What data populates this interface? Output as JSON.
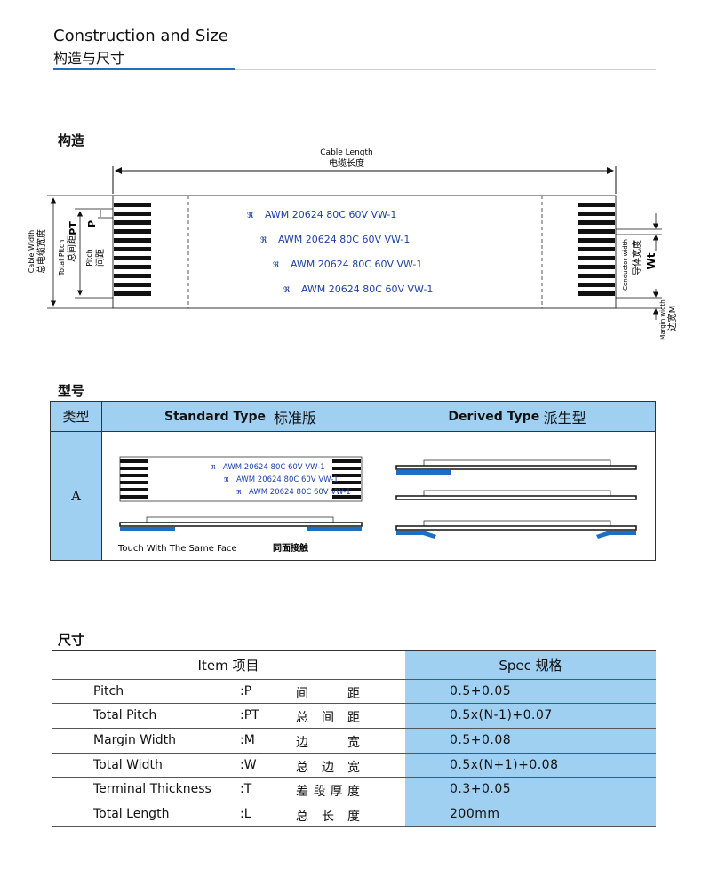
{
  "header": {
    "title_en": "Construction and Size",
    "title_cn": "构造与尺寸"
  },
  "construction": {
    "section_label": "构造",
    "cable_length_en": "Cable Length",
    "cable_length_cn": "电缆长度",
    "cable_width_en": "Cable Width",
    "cable_width_cn": "总电缆宽度",
    "total_pitch_en": "Total Pitch",
    "total_pitch_cn": "总间距",
    "pt": "PT",
    "p": "P",
    "pitch_en": "Pitch",
    "pitch_cn": "间距",
    "conductor_width_en": "Conductor width",
    "conductor_width_cn": "导体宽度",
    "wt": "Wt",
    "margin_width_en": "Margin width",
    "margin_width_cn": "边宽M",
    "print_lines": [
      "AWM   20624   80C   60V   VW-1",
      "AWM   20624   80C   60V   VW-1",
      "AWM   20624   80C   60V   VW-1",
      "AWM   20624   80C   60V   VW-1"
    ]
  },
  "model": {
    "section_label": "型号",
    "col_type": "类型",
    "standard_en": "Standard Type",
    "standard_cn": "标准版",
    "derived_en": "Derived Type",
    "derived_cn": "派生型",
    "row_label": "A",
    "mini_print_lines": [
      "AWM   20624   80C   60V   VW-1",
      "AWM   20624   80C   60V   VW-1",
      "AWM   20624   80C   60V   VW-1"
    ],
    "caption_en": "Touch With The Same Face",
    "caption_cn": "同面接触"
  },
  "size": {
    "section_label": "尺寸",
    "header_item": "Item 项目",
    "header_spec": "Spec 规格",
    "rows": [
      {
        "item": "Pitch",
        "code": ":P",
        "cn": "间距",
        "spec": "0.5+0.05"
      },
      {
        "item": "Total Pitch",
        "code": ":PT",
        "cn": "总间距",
        "spec": "0.5x(N-1)+0.07"
      },
      {
        "item": "Margin Width",
        "code": ":M",
        "cn": "边宽",
        "spec": "0.5+0.08"
      },
      {
        "item": "Total Width",
        "code": ":W",
        "cn": "总边宽",
        "spec": "0.5x(N+1)+0.08"
      },
      {
        "item": "Terminal Thickness",
        "code": ":T",
        "cn": "差段厚度",
        "spec": "0.3+0.05"
      },
      {
        "item": "Total Length",
        "code": ":L",
        "cn": "总长度",
        "spec": "200mm"
      }
    ]
  },
  "colors": {
    "accent_blue": "#1c6fc7",
    "cell_blue": "#9fcff1",
    "print_blue": "#1e3fa8"
  }
}
